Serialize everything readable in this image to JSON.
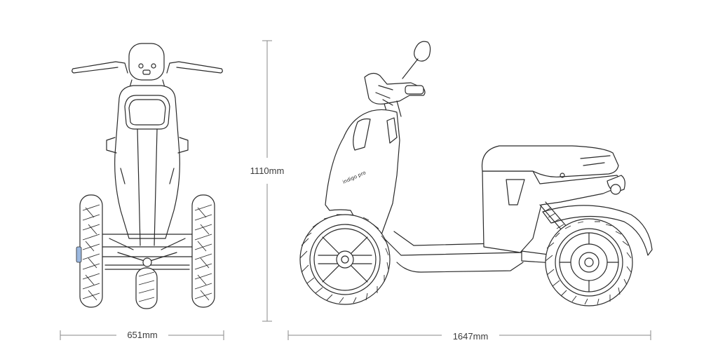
{
  "dimensions": {
    "width": "651mm",
    "length": "1647mm",
    "height": "1110mm"
  },
  "brand_text": "indigo pro",
  "colors": {
    "line": "#2a2a2a",
    "dimension": "#8a8a8a",
    "accent_reflector": "#9bb8e0"
  }
}
